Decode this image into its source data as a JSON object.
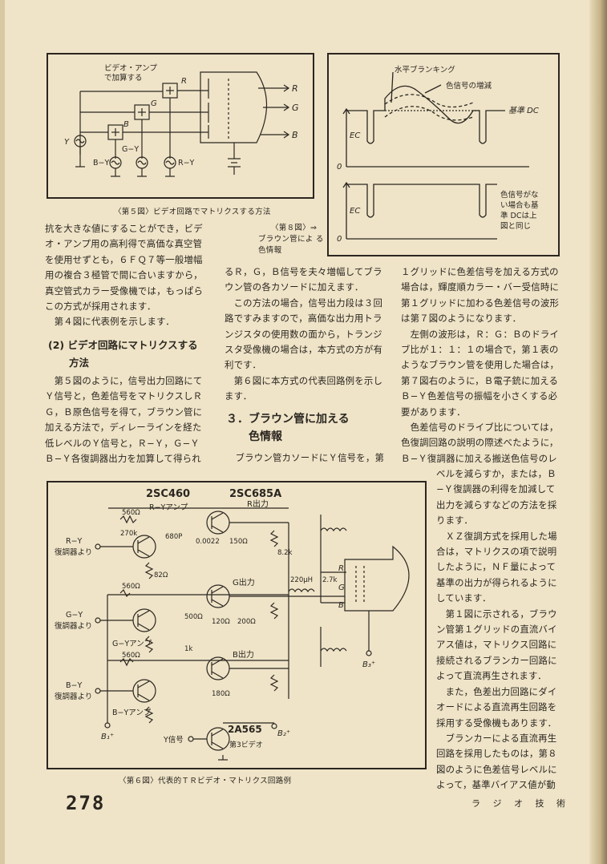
{
  "fig5": {
    "caption": "〈第５図〉ビデオ回路でマトリクスする方法",
    "labels": {
      "note": [
        "ビデオ・アンプ",
        "で加算する"
      ],
      "R": "R",
      "G": "G",
      "B": "B",
      "Y": "Y",
      "BY": "B−Y",
      "GY": "G−Y",
      "RY": "R−Y"
    }
  },
  "fig8": {
    "caption_lines": [
      "〈第８図〉⇒",
      "ブラウン管によ る",
      "色情報"
    ],
    "labels": {
      "h_blank": "水平ブランキング",
      "color_inc": "色信号の増減",
      "ref_dc": "基準 DC",
      "ec": "EC",
      "zero": "0",
      "note": [
        "色信号がな",
        "い場合も基",
        "準 DCは上",
        "図と同じ"
      ]
    }
  },
  "col1": [
    "抗を大きな値にすることができ，ビデ",
    "オ・アンプ用の高利得で高価な真空管",
    "を使用せずとも，６ＦＱ７等一般増幅",
    "用の複合３極管で間に合いますから，",
    "真空管式カラー受像機では，もっぱら",
    "この方式が採用されます．",
    "　第４図に代表例を示します．"
  ],
  "heading2": [
    "(2)  ビデオ回路にマトリクスする",
    "方法"
  ],
  "col1b": [
    "　第５図のように，信号出力回路にて",
    "Ｙ信号と，色差信号をマトリクスしＲ",
    "Ｇ，Ｂ原色信号を得て，ブラウン管に",
    "加える方法で，ディレーラインを経た",
    "低レベルのＹ信号と，Ｒ−Ｙ，Ｇ−Ｙ",
    "Ｂ−Ｙ各復調器出力を加算して得られ"
  ],
  "col2": [
    "るＲ，Ｇ，Ｂ信号を夫々増幅してブラ",
    "ウン管の各カソードに加えます．",
    "　この方法の場合，信号出力段は３回",
    "路ですみますので，高価な出力用トラ",
    "ンジスタの使用数の面から，トランジ",
    "スタ受像機の場合は，本方式の方が有",
    "利です．",
    "　第６図に本方式の代表回路例を示し",
    "ます．"
  ],
  "heading3": [
    "３．ブラウン管に加える",
    "色情報"
  ],
  "col2b": [
    "　ブラウン管カソードにＹ信号を，第"
  ],
  "col3": [
    "１グリッドに色差信号を加える方式の",
    "場合は，輝度順カラー・バー受信時に",
    "第１グリッドに加わる色差信号の波形",
    "は第７図のようになります．",
    "　左側の波形は，Ｒ：Ｇ：Ｂのドライ",
    "ブ比が１：１：１の場合で，第１表の",
    "ようなブラウン管を使用した場合は，",
    "第７図右のように，Ｂ電子銃に加える",
    "Ｂ−Ｙ色差信号の振幅を小さくする必",
    "要があります．",
    "　色差信号のドライブ比については，",
    "色復調回路の説明の際述べたように，",
    "Ｂ−Ｙ復調器に加える搬送色信号のレ"
  ],
  "col3b": [
    "ベルを減らすか，または，Ｂ",
    "−Ｙ復調器の利得を加減して",
    "出力を減らすなどの方法を採",
    "ります．",
    "　ＸＺ復調方式を採用した場",
    "合は，マトリクスの項で説明",
    "したように，ＮＦ量によって",
    "基準の出力が得られるように",
    "しています．",
    "　第１図に示される，ブラウ",
    "ン管第１グリッドの直流バイ",
    "アス値は，マトリクス回路に",
    "接続されるブランカー回路に",
    "よって直流再生されます．",
    "　また，色差出力回路にダイ",
    "オードによる直流再生回路を",
    "採用する受像機もあります．",
    "　ブランカーによる直流再生",
    "回路を採用したものは，第８",
    "図のように色差信号レベルに",
    "よって，基準バイアス値が動"
  ],
  "fig6": {
    "caption": "〈第６図〉代表的ＴＲビデオ・マトリクス回路例",
    "labels": {
      "t1": "2SC460",
      "t2": "2SC685A",
      "t3": "2A565",
      "ry_amp": "R−Yアンプ",
      "gy_amp": "G−Yアンプ",
      "by_amp": "B−Yアンプ",
      "r_out": "R出力",
      "g_out": "G出力",
      "b_out": "B出力",
      "ry_in": [
        "R−Y",
        "復調器より"
      ],
      "gy_in": [
        "G−Y",
        "復調器より"
      ],
      "by_in": [
        "B−Y",
        "復調器より"
      ],
      "y_sig": "Y信号",
      "third_video": "第3ビデオ",
      "r560": "560Ω",
      "r270k": "270k",
      "r82": "82Ω",
      "c680": "680P",
      "c0022": "0.0022",
      "r150": "150Ω",
      "r82k": "8.2k",
      "l220": "220μH",
      "r27k": "2.7k",
      "r1k": "1k",
      "r500": "500Ω",
      "r200": "200Ω",
      "r180": "180Ω",
      "r120": "120Ω",
      "b1": "B₁⁺",
      "b2": "B₂⁺",
      "b3": "B₃⁺",
      "R": "R",
      "G": "G",
      "B": "B"
    }
  },
  "footer": {
    "page": "278",
    "magazine": "ラ ジ オ 技 術"
  }
}
